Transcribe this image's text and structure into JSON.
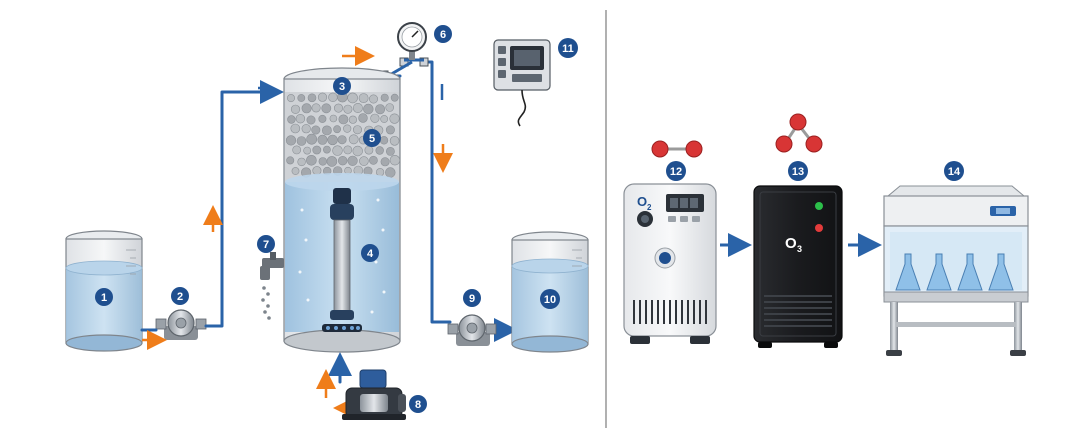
{
  "colors": {
    "pipe": "#2a63a8",
    "flow_arrow": "#ef7d1a",
    "badge": "#1f4f8f",
    "badge_text": "#ffffff",
    "water": "#a8cbe6",
    "oxygen_atom": "#d83535",
    "dark_cabinet": "#1c1d20",
    "divider": "#7d7d7d"
  },
  "labels": {
    "n1": "1",
    "n2": "2",
    "n3": "3",
    "n4": "4",
    "n5": "5",
    "n6": "6",
    "n7": "7",
    "n8": "8",
    "n9": "9",
    "n10": "10",
    "n11": "11",
    "n12": "12",
    "n13": "13",
    "n14": "14"
  },
  "device_text": {
    "o2_symbol": "O",
    "o2_sub": "2",
    "o3_symbol": "O",
    "o3_sub": "3"
  },
  "icons": {
    "pressure_gauge": "gauge-icon",
    "controller": "controller-icon",
    "tap": "faucet-icon",
    "air_pump": "air-compressor-icon",
    "oxygen_molecule": "o2-molecule-icon",
    "ozone_molecule": "o3-molecule-icon"
  }
}
